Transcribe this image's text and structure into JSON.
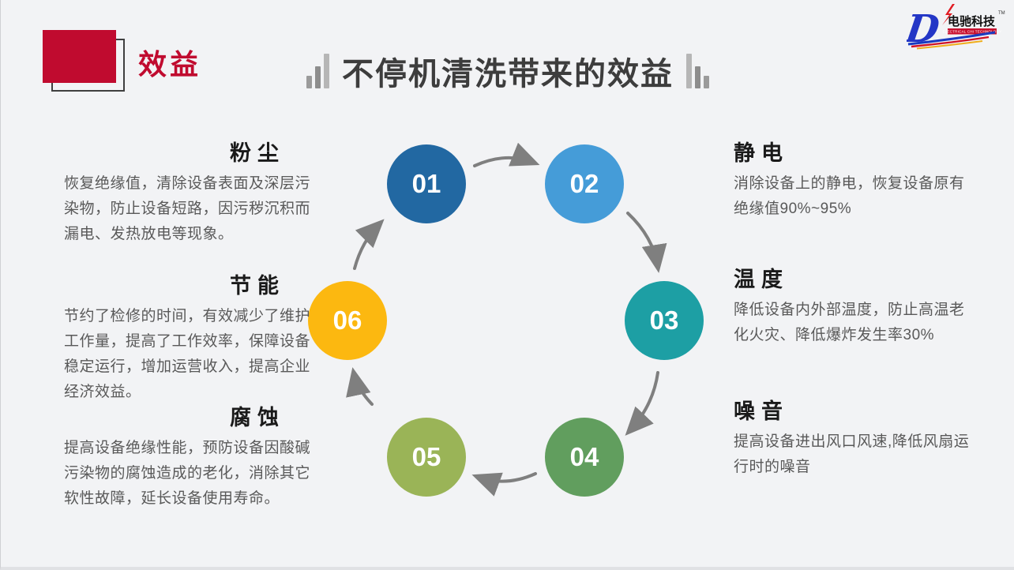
{
  "page": {
    "background": "#f2f3f5"
  },
  "header": {
    "badge_label": "效益",
    "accent_color": "#c00b2f",
    "title": "不停机清洗带来的效益"
  },
  "logo": {
    "monogram": "D",
    "brand": "电驰科技",
    "tagline": "ELECTRICAL CHI TECHNOLOGY",
    "tm": "TM"
  },
  "cycle": {
    "arrow_color": "#7f7f7f",
    "steps": [
      {
        "num": "01",
        "color": "#2268a2"
      },
      {
        "num": "02",
        "color": "#459cd8"
      },
      {
        "num": "03",
        "color": "#1d9fa4"
      },
      {
        "num": "04",
        "color": "#619e5e"
      },
      {
        "num": "05",
        "color": "#9ab457"
      },
      {
        "num": "06",
        "color": "#fcb810"
      }
    ]
  },
  "benefits": {
    "left": [
      {
        "title": "粉尘",
        "body": "恢复绝缘值，清除设备表面及深层污染物，防止设备短路，因污秽沉积而漏电、发热放电等现象。"
      },
      {
        "title": "节能",
        "body": "节约了检修的时间，有效减少了维护工作量，提高了工作效率，保障设备稳定运行，增加运营收入，提高企业经济效益。"
      },
      {
        "title": "腐蚀",
        "body": "提高设备绝缘性能，预防设备因酸碱污染物的腐蚀造成的老化，消除其它软性故障，延长设备使用寿命。"
      }
    ],
    "right": [
      {
        "title": "静电",
        "body": "消除设备上的静电，恢复设备原有绝缘值90%~95%"
      },
      {
        "title": "温度",
        "body": "降低设备内外部温度，防止高温老化火灾、降低爆炸发生率30%"
      },
      {
        "title": "噪音",
        "body": "提高设备进出风口风速,降低风扇运行时的噪音"
      }
    ]
  }
}
